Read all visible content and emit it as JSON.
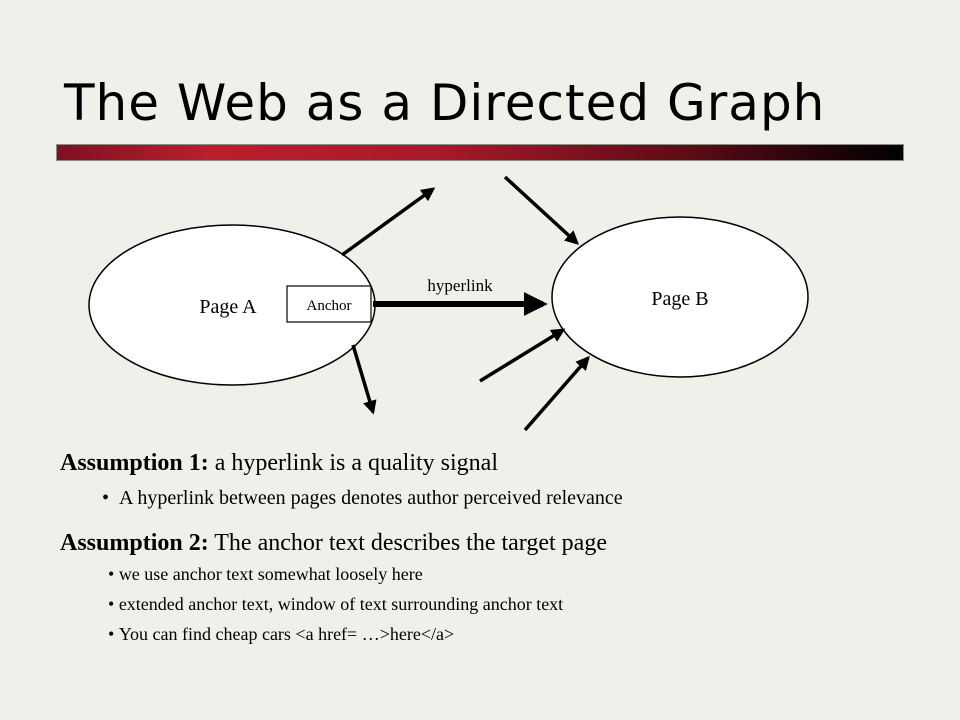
{
  "title": "The Web as a Directed Graph",
  "colors": {
    "background": "#f1efea",
    "rule_start": "#b9202d",
    "rule_end": "#000000"
  },
  "diagram": {
    "page_a": "Page A",
    "page_b": "Page B",
    "anchor": "Anchor",
    "edge_label": "hyperlink"
  },
  "assumptions": [
    {
      "heading": "Assumption 1:",
      "text": " a hyperlink is a quality signal",
      "bullets": [
        "A hyperlink between pages denotes author perceived relevance"
      ]
    },
    {
      "heading": "Assumption 2:",
      "text": " The anchor text describes the target page",
      "bullets": [
        "we use anchor text somewhat loosely here",
        "extended anchor text, window of text surrounding anchor text",
        "You can find cheap cars <a href= …>here</a>"
      ]
    }
  ]
}
